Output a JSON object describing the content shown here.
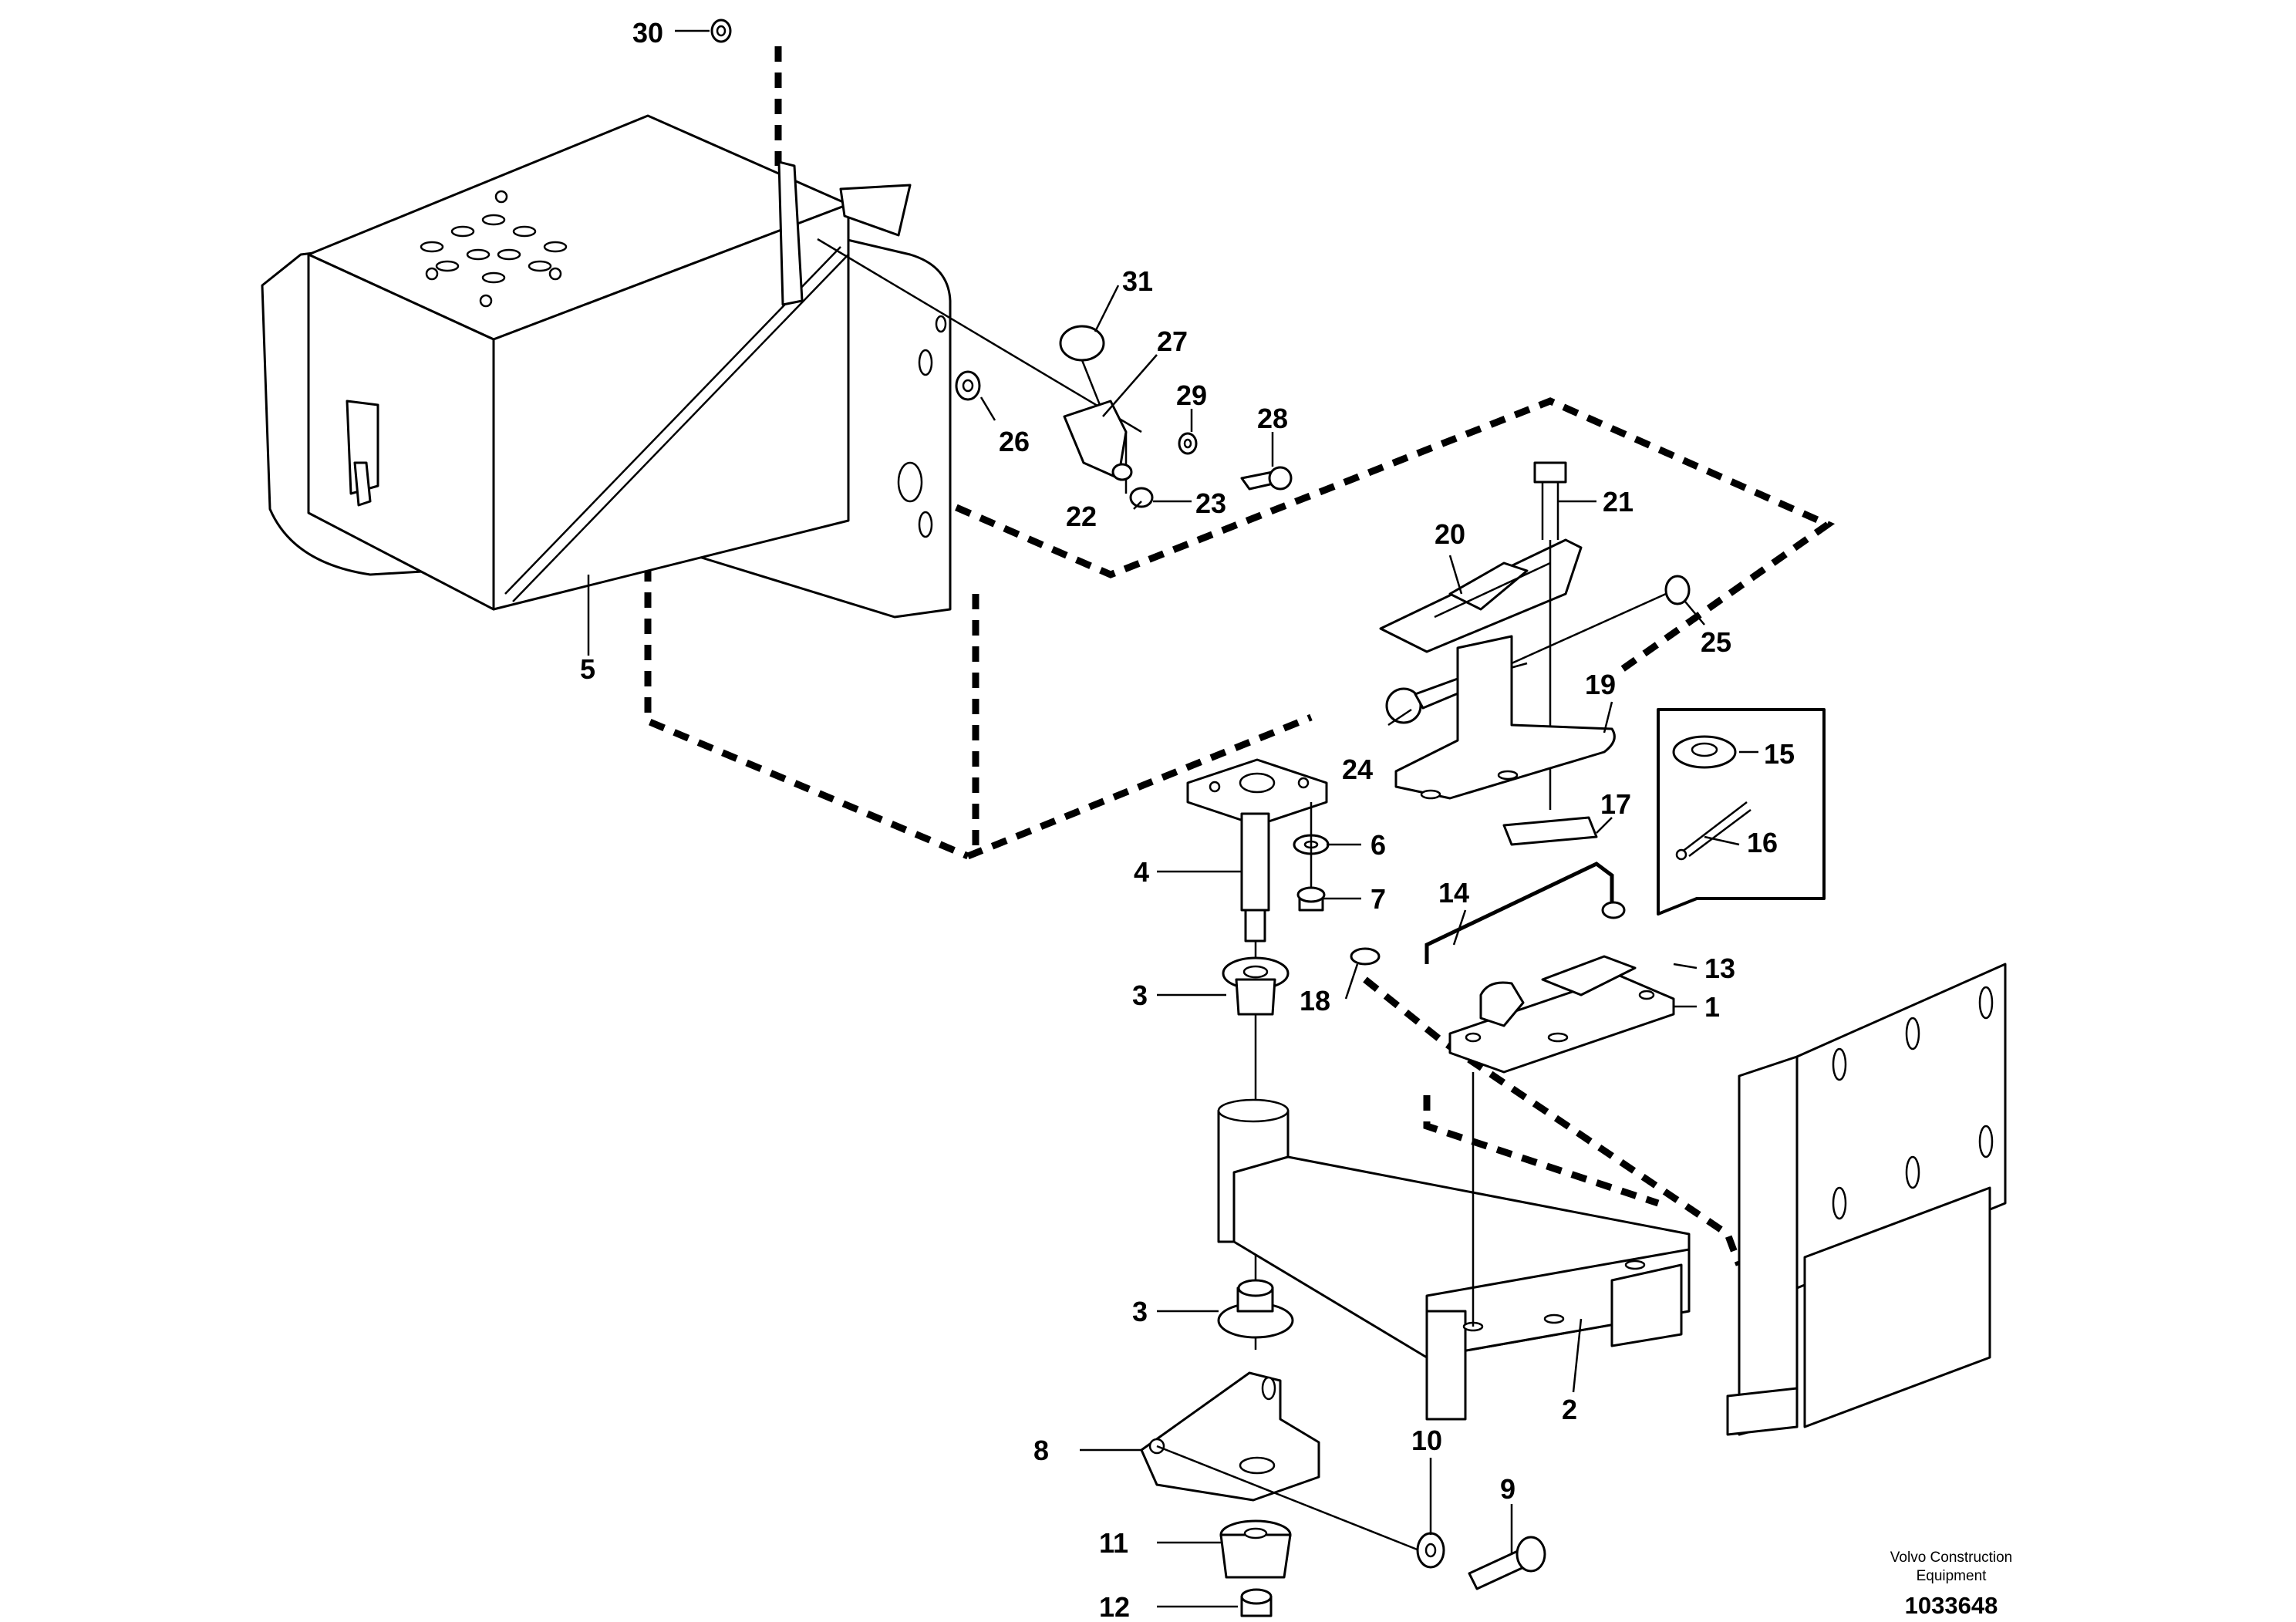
{
  "callouts": {
    "c1": "1",
    "c2": "2",
    "c3a": "3",
    "c3b": "3",
    "c4": "4",
    "c5": "5",
    "c6": "6",
    "c7": "7",
    "c8": "8",
    "c9": "9",
    "c10": "10",
    "c11": "11",
    "c12": "12",
    "c13": "13",
    "c14": "14",
    "c15": "15",
    "c16": "16",
    "c17": "17",
    "c18": "18",
    "c19": "19",
    "c20": "20",
    "c21": "21",
    "c22": "22",
    "c23": "23",
    "c24": "24",
    "c25": "25",
    "c26": "26",
    "c27": "27",
    "c28": "28",
    "c29": "29",
    "c30": "30",
    "c31": "31"
  },
  "footer": {
    "brand_line1": "Volvo Construction",
    "brand_line2": "Equipment",
    "doc_number": "1033648"
  }
}
